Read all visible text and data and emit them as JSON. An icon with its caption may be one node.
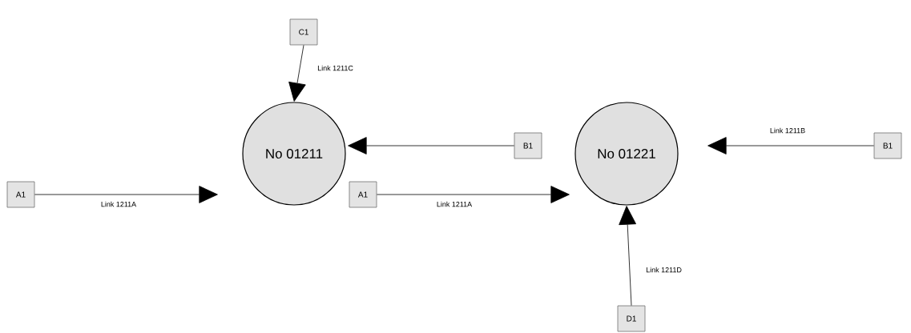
{
  "diagram": {
    "nodes": [
      {
        "text": [
          "C1"
        ]
      },
      {
        "text": [
          "No 01211"
        ]
      },
      {
        "text": [
          "B1"
        ]
      },
      {
        "text": [
          "A1"
        ]
      },
      {
        "text": [
          "A1"
        ]
      },
      {
        "text": [
          "No 01221"
        ]
      },
      {
        "text": [
          "B1"
        ]
      },
      {
        "text": [
          "D1"
        ]
      }
    ],
    "edges": [
      {
        "from": 0,
        "to": 1,
        "arrow": "to",
        "label": "Link 1211C"
      },
      {
        "from": 2,
        "to": 1,
        "arrow": "to"
      },
      {
        "from": 3,
        "to": 1,
        "arrow": "to",
        "label": "Link 1211A"
      },
      {
        "from": 4,
        "to": 5,
        "arrow": "to",
        "label": "Link 1211A"
      },
      {
        "from": 6,
        "to": 5,
        "arrow": "to",
        "label": "Link 1211B"
      },
      {
        "from": 7,
        "to": 5,
        "arrow": "to",
        "label": "Link 1211D"
      }
    ]
  }
}
